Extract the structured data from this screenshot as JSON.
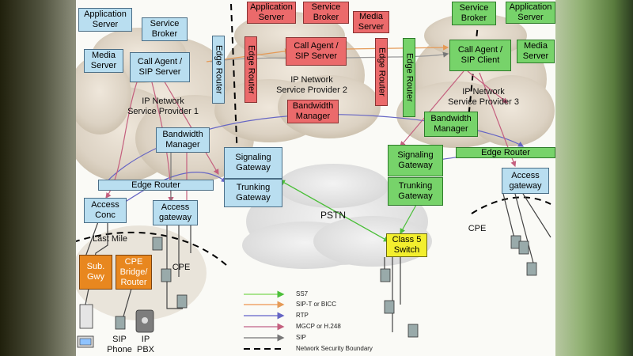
{
  "boxes": {
    "application_server_left": "Application\nServer",
    "media_server_left": "Media\nServer",
    "service_broker_left": "Service\nBroker",
    "call_agent_left": "Call Agent /\nSIP Server",
    "edge_router_v1": "Edge Router",
    "bandwidth_manager_1": "Bandwidth\nManager",
    "edge_router_h1": "Edge Router",
    "access_conc": "Access\nConc",
    "access_gateway_1": "Access\ngateway",
    "sub_gwy": "Sub.\nGwy",
    "cpe_bridge_router": "CPE\nBridge/\nRouter",
    "signaling_gateway_1": "Signaling\nGateway",
    "trunking_gateway_1": "Trunking\nGateway",
    "application_server_mid": "Application\nServer",
    "service_broker_mid": "Service\nBroker",
    "media_server_mid": "Media\nServer",
    "edge_router_v2": "Edge Router",
    "call_agent_mid": "Call Agent /\nSIP Server",
    "edge_router_v3": "Edge Router",
    "bandwidth_manager_2": "Bandwidth\nManager",
    "edge_router_v4": "Edge Router",
    "service_broker_right": "Service\nBroker",
    "application_server_right": "Application\nServer",
    "call_agent_right": "Call Agent /\nSIP Client",
    "media_server_right": "Media\nServer",
    "bandwidth_manager_3": "Bandwidth\nManager",
    "signaling_gateway_2": "Signaling\nGateway",
    "trunking_gateway_2": "Trunking\nGateway",
    "edge_router_h3": "Edge Router",
    "access_gateway_3": "Access\ngateway",
    "class5_switch": "Class 5\nSwitch"
  },
  "labels": {
    "ip_network_1": "IP Network\nService Provider 1",
    "ip_network_2": "IP Network\nService Provider 2",
    "ip_network_3": "IP Network\nService Provider 3",
    "pstn": "PSTN",
    "last_mile": "Last Mile",
    "cpe_left": "CPE",
    "cpe_right": "CPE",
    "sip_phone": "SIP\nPhone",
    "ip_pbx": "IP\nPBX"
  },
  "legend": [
    {
      "label": "SS7",
      "color": "#8fdc6d"
    },
    {
      "label": "SIP-T or BICC",
      "color": "#efa46a"
    },
    {
      "label": "RTP",
      "color": "#7b7bd0"
    },
    {
      "label": "MGCP or H.248",
      "color": "#c97a9a"
    },
    {
      "label": "SIP",
      "color": "#8a8a8a"
    },
    {
      "label": "Network Security Boundary",
      "color": "#000000"
    }
  ]
}
